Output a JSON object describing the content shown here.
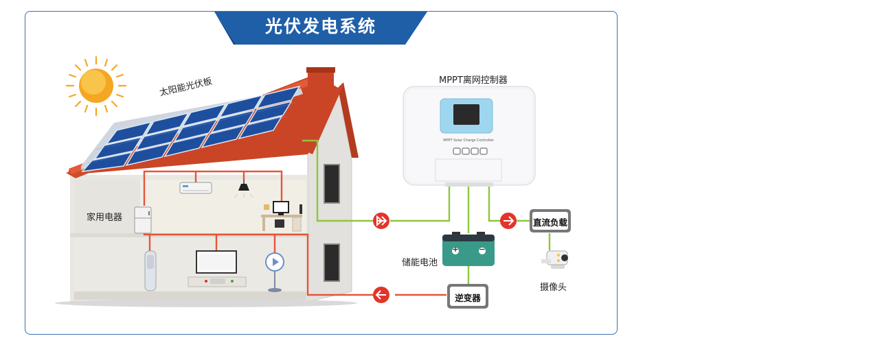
{
  "title": "光伏发电系统",
  "labels": {
    "solar_panel": "太阳能光伏板",
    "appliances": "家用电器",
    "controller": "MPPT离网控制器",
    "controller_screen_text": "MPPT Solar Charge Controller",
    "dc_load": "直流负载",
    "camera": "摄像头",
    "battery": "储能电池",
    "battery_plus": "+",
    "battery_minus": "−",
    "inverter": "逆变器"
  },
  "colors": {
    "banner": "#1f5fa8",
    "frame": "#3a6fb0",
    "ac_wire": "#e4553a",
    "dc_wire": "#8dc63f",
    "roof": "#d24a2a",
    "panel": "#1d4f9e",
    "battery": "#3a9a8a",
    "sun": "#f5a623",
    "flow_arrow": "#e2342b"
  }
}
